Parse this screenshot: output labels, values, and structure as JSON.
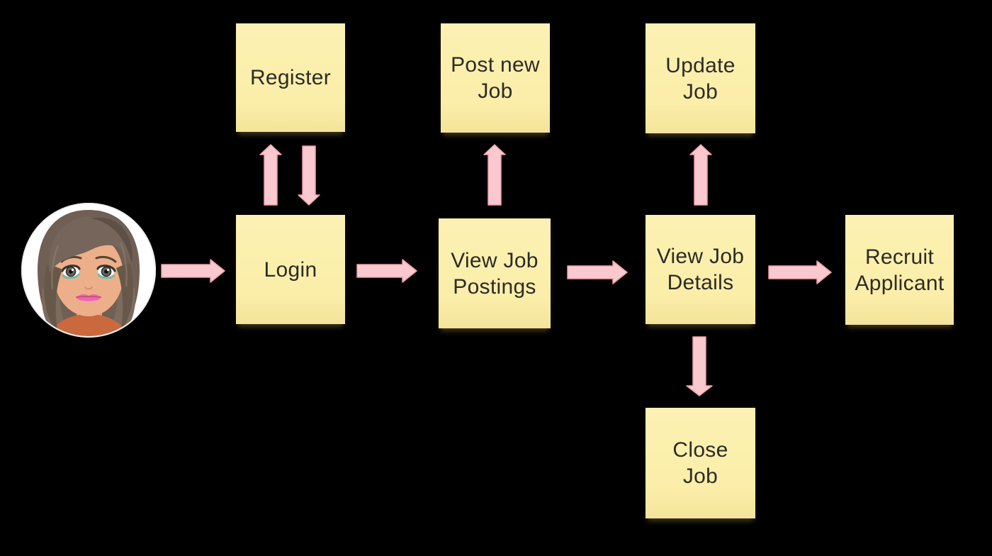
{
  "diagram": {
    "type": "flowchart",
    "background_color": "#000000",
    "node_fill_color": "#FBEFAC",
    "node_text_color": "#2E2A25",
    "arrow_fill_color": "#FAC9D0",
    "arrow_outline_color": "#EDA0AB",
    "actor": {
      "id": "user",
      "description": "woman-avatar",
      "colors": {
        "ring": "#FFFFFF",
        "hair": "#6F5F54",
        "skin": "#EDAF89",
        "eyeliner": "#58C0B8",
        "lips": "#EE67A9",
        "shirt": "#C9693D"
      }
    },
    "nodes": {
      "register": {
        "label": "Register"
      },
      "post_new_job": {
        "label": "Post new\nJob"
      },
      "update_job": {
        "label": "Update\nJob"
      },
      "login": {
        "label": "Login"
      },
      "view_job_postings": {
        "label": "View Job\nPostings"
      },
      "view_job_details": {
        "label": "View Job\nDetails"
      },
      "recruit_applicant": {
        "label": "Recruit\nApplicant"
      },
      "close_job": {
        "label": "Close\nJob"
      }
    },
    "edges": [
      {
        "from": "user",
        "to": "login",
        "direction": "right"
      },
      {
        "from": "login",
        "to": "register",
        "direction": "up"
      },
      {
        "from": "register",
        "to": "login",
        "direction": "down"
      },
      {
        "from": "login",
        "to": "view_job_postings",
        "direction": "right"
      },
      {
        "from": "view_job_postings",
        "to": "post_new_job",
        "direction": "up"
      },
      {
        "from": "view_job_postings",
        "to": "view_job_details",
        "direction": "right"
      },
      {
        "from": "view_job_details",
        "to": "update_job",
        "direction": "up"
      },
      {
        "from": "view_job_details",
        "to": "recruit_applicant",
        "direction": "right"
      },
      {
        "from": "view_job_details",
        "to": "close_job",
        "direction": "down"
      }
    ]
  }
}
